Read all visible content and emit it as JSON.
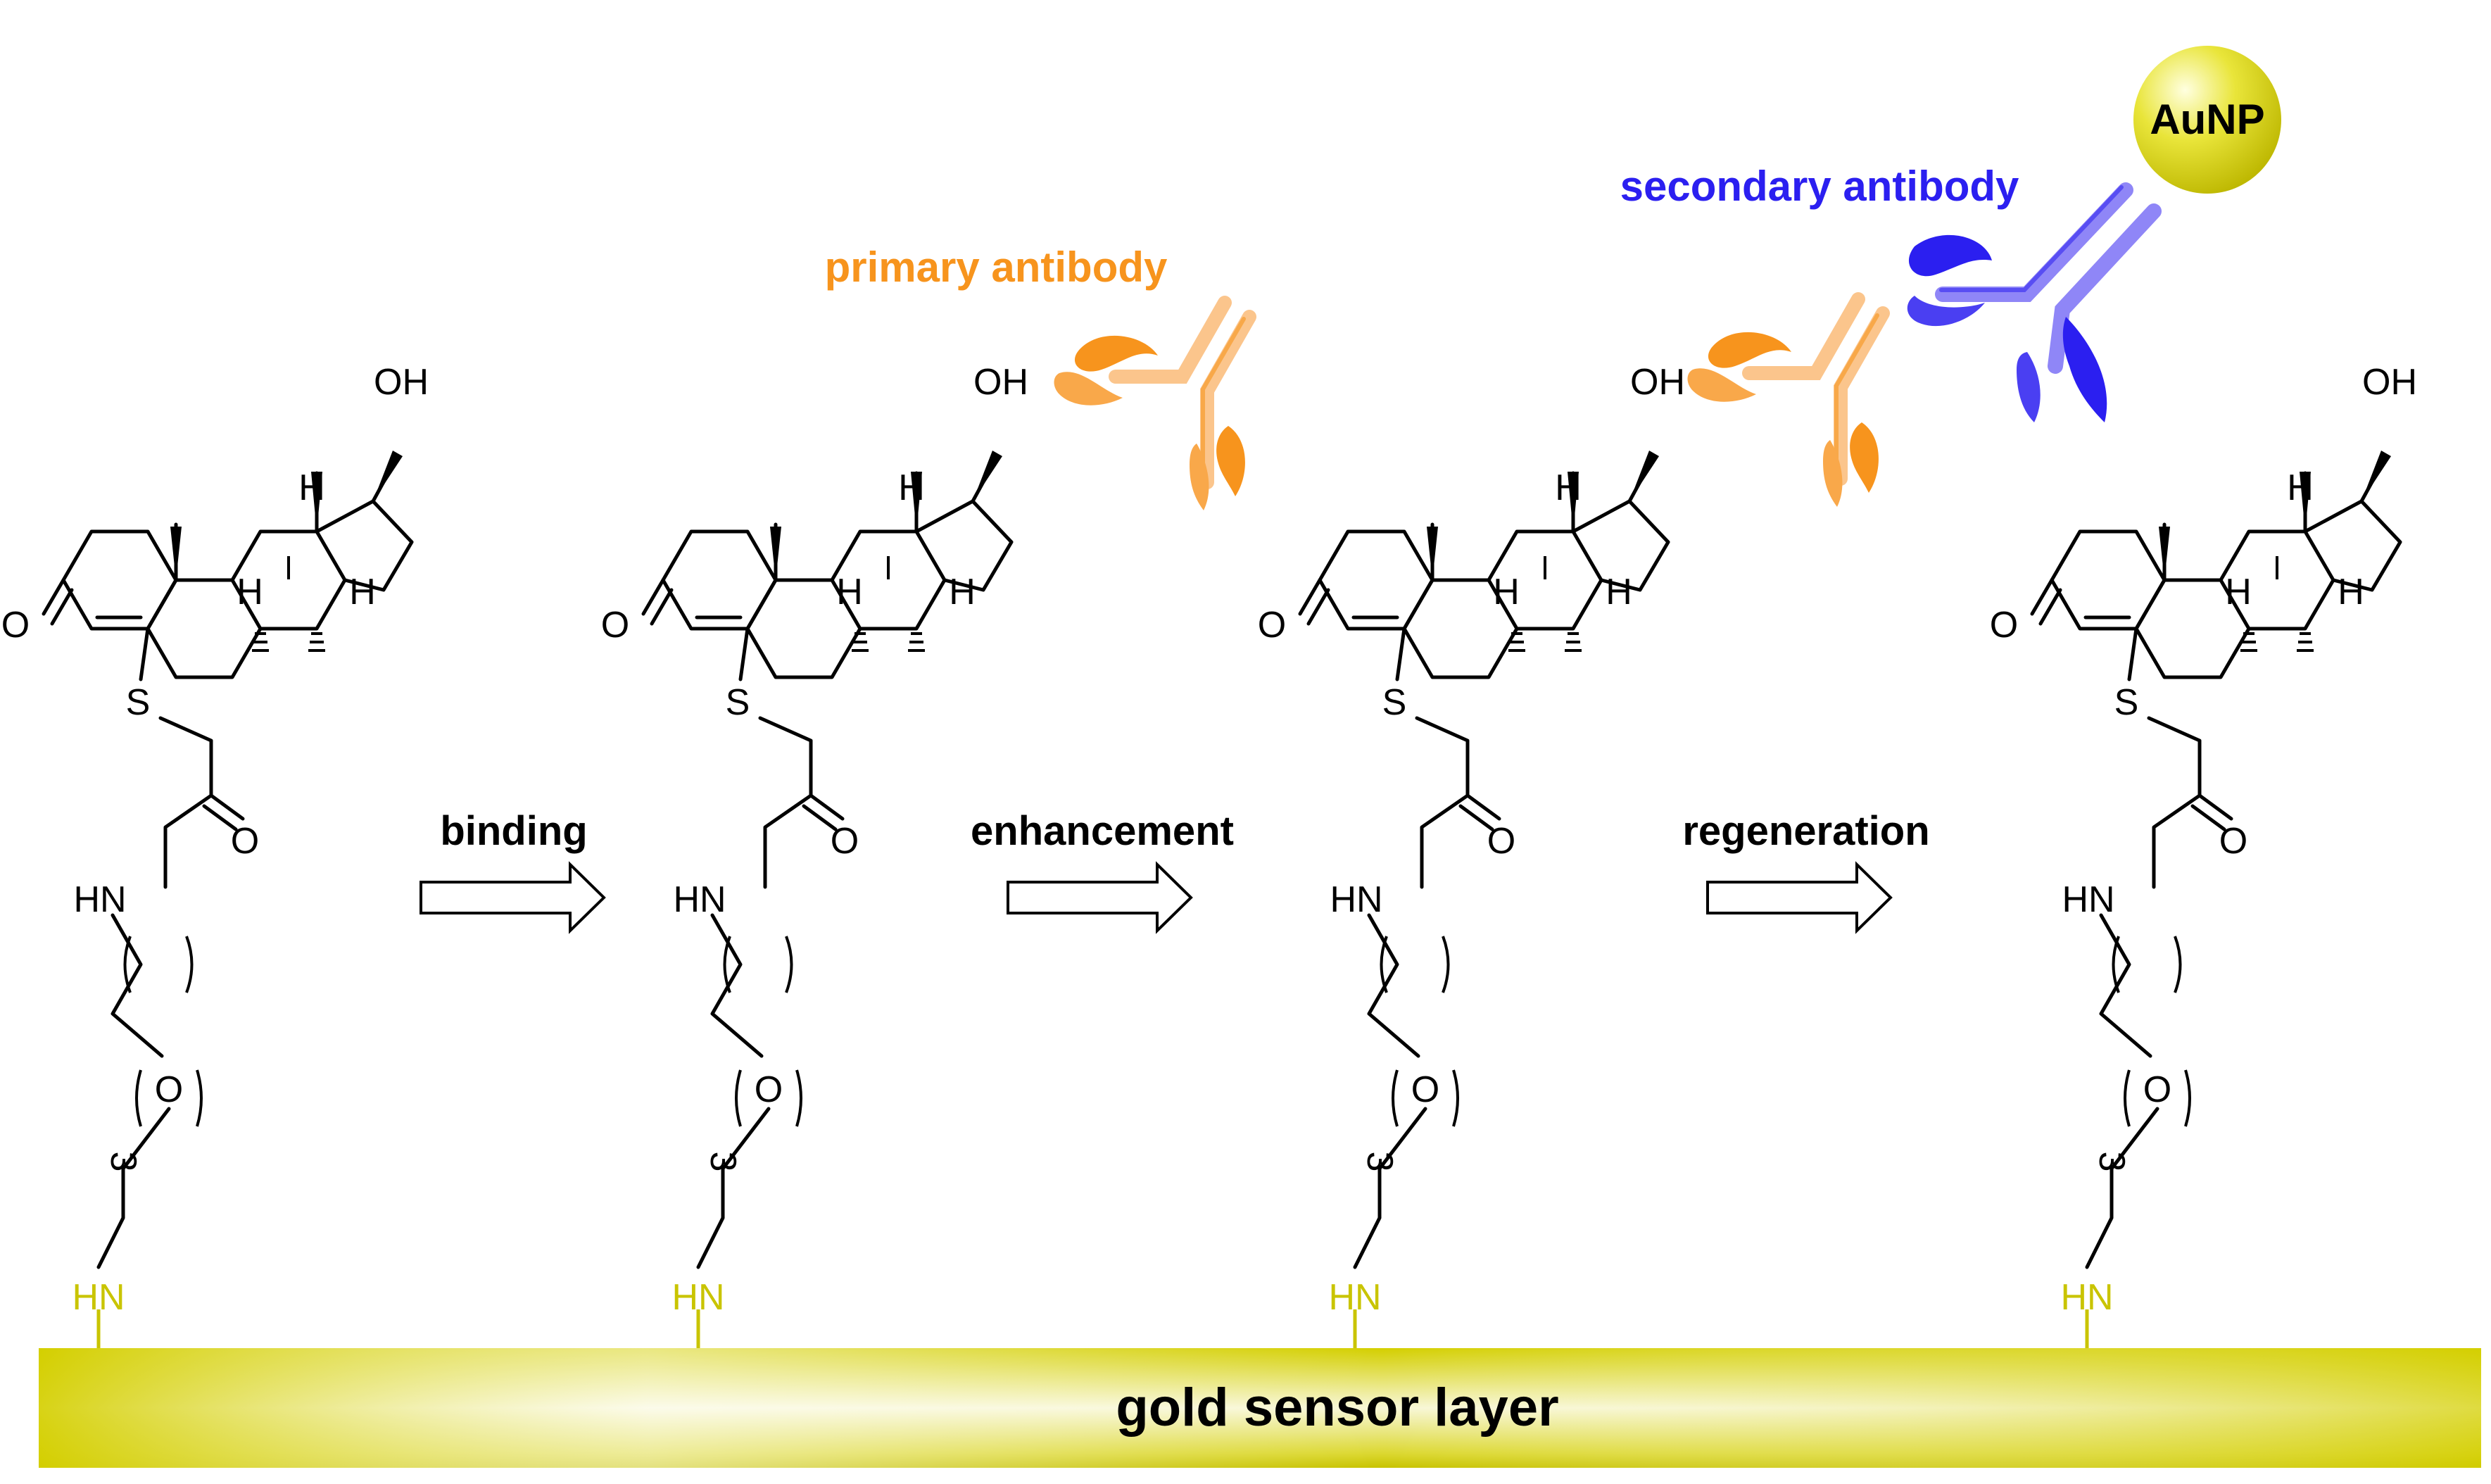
{
  "atoms": {
    "hydroxyl": "OH",
    "ketone_o": "O",
    "hydrogen": "H",
    "sulfur": "S",
    "amide_o": "O",
    "amide_nh": "HN",
    "ether_o": "O",
    "repeat_n": "3",
    "anchor_nh": "HN"
  },
  "steps": [
    "binding",
    "enhancement",
    "regeneration"
  ],
  "labels": {
    "primary_antibody": "primary antibody",
    "secondary_antibody": "secondary antibody",
    "nanoparticle": "AuNP",
    "layer": "gold sensor layer"
  },
  "colors": {
    "primary_antibody": "#f7941d",
    "primary_antibody_light": "#fbc58c",
    "secondary_antibody": "#2b1ff0",
    "secondary_antibody_light": "#8f86f7",
    "gold": "#d4cf00",
    "gold_light": "#f4f2b4",
    "linker_anchor": "#c9c400"
  },
  "icons": [
    "testosterone-conjugate-structure",
    "primary-antibody-icon",
    "secondary-antibody-icon",
    "gold-nanoparticle-icon",
    "process-arrow-icon"
  ]
}
